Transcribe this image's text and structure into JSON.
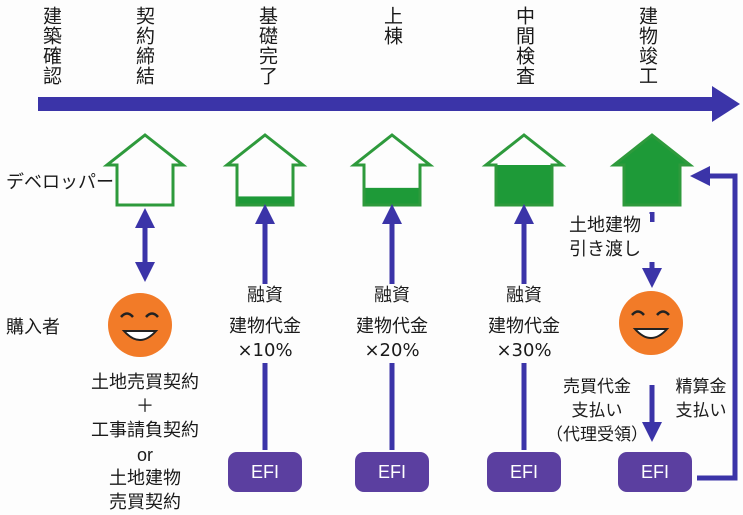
{
  "colors": {
    "timeline": "#3b34a8",
    "house_outline": "#2e9a3c",
    "house_fill": "#1e9a38",
    "efi_box": "#5b3fa0",
    "buyer_face": "#f27b28"
  },
  "stages": [
    "建築確認",
    "契約締結",
    "基礎完了",
    "上棟",
    "中間検査",
    "建物竣工"
  ],
  "rows": {
    "developer": "デベロッパー",
    "buyer": "購入者"
  },
  "houses": [
    {
      "stage": "契約締結",
      "fill": 0
    },
    {
      "stage": "基礎完了",
      "fill": 0.15
    },
    {
      "stage": "上棟",
      "fill": 0.3
    },
    {
      "stage": "中間検査",
      "fill": 0.7
    },
    {
      "stage": "建物竣工",
      "fill": 1
    }
  ],
  "contract_text": [
    "土地売買契約",
    "＋",
    "工事請負契約",
    "or",
    "土地建物",
    "売買契約"
  ],
  "financing": [
    {
      "title": "融資",
      "line1": "建物代金",
      "line2": "×10%"
    },
    {
      "title": "融資",
      "line1": "建物代金",
      "line2": "×20%"
    },
    {
      "title": "融資",
      "line1": "建物代金",
      "line2": "×30%"
    }
  ],
  "handover": [
    "土地建物",
    "引き渡し"
  ],
  "payment": [
    "売買代金",
    "支払い",
    "（代理受領）"
  ],
  "settlement": [
    "精算金",
    "支払い"
  ],
  "efi_label": "EFI"
}
